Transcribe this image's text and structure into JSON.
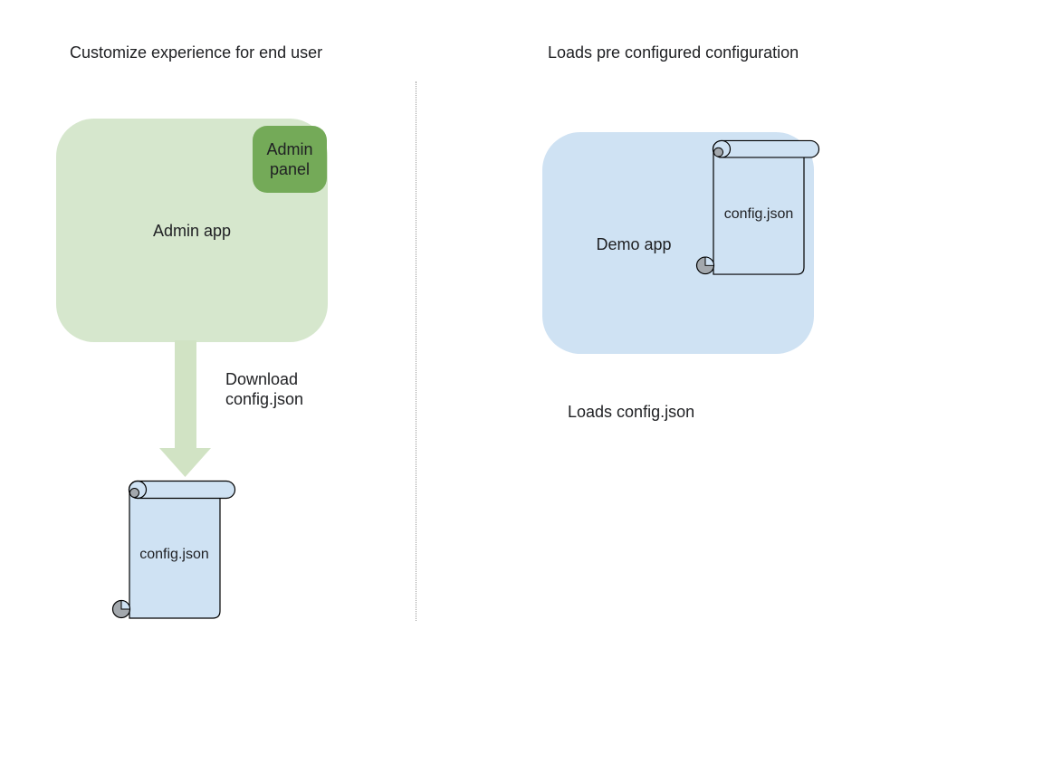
{
  "left": {
    "title": "Customize experience for end user",
    "admin_app_label": "Admin app",
    "admin_panel_label": "Admin panel",
    "arrow_caption": "Download\nconfig.json",
    "file_label": "config.json"
  },
  "right": {
    "title": "Loads pre configured configuration",
    "demo_app_label": "Demo app",
    "file_label": "config.json",
    "caption": "Loads config.json"
  },
  "colors": {
    "admin_app_fill": "#d6e7cd",
    "admin_panel_fill": "#74aa58",
    "arrow_fill": "#d1e3c4",
    "file_fill": "#cfe2f3",
    "demo_app_fill": "#cfe2f3",
    "curl_gray": "#a3a8ad",
    "outline": "#000000",
    "divider": "#999999",
    "text": "#202124"
  }
}
